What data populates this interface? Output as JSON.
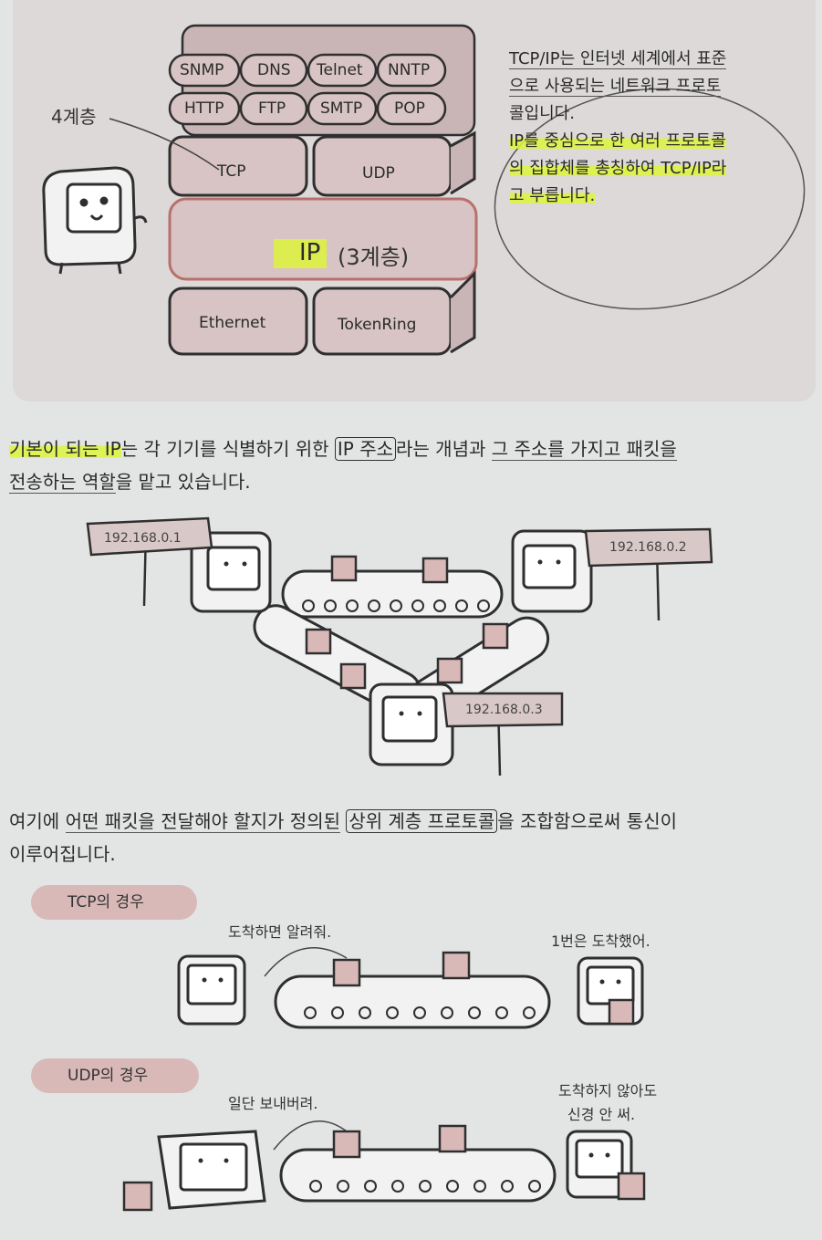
{
  "stack": {
    "app_row1": [
      "SNMP",
      "DNS",
      "Telnet",
      "NNTP"
    ],
    "app_row2": [
      "HTTP",
      "FTP",
      "SMTP",
      "POP"
    ],
    "transport": [
      "TCP",
      "UDP"
    ],
    "network": "IP",
    "network_note": "(3계층)",
    "link": [
      "Ethernet",
      "TokenRing"
    ],
    "layer4_note": "4계층"
  },
  "side": {
    "line1": "TCP/IP는 인터넷 세계에서 표준",
    "line2": "으로 사용되는 네트워크 프로토",
    "line3": "콜입니다.",
    "line4": "IP를 중심으로 한 여러 프로토콜",
    "line5": "의 집합체를 총칭하여 TCP/IP라",
    "line6": "고 부릅니다."
  },
  "para1": {
    "a": "기본이 되는 IP",
    "b": "는 각 기기를 식별하기 위한",
    "c": "IP 주소",
    "d": "라는 개념과",
    "e": "그 주소를 가지고 패킷을",
    "f": "전송하는 역할",
    "g": "을 맡고 있습니다."
  },
  "signs": [
    "192.168.0.1",
    "192.168.0.2",
    "192.168.0.3"
  ],
  "para2": {
    "a": "여기에",
    "b": "어떤 패킷을 전달해야 할지가 정의된",
    "c": "상위 계층 프로토콜",
    "d": "을 조합함으로써 통신이",
    "e": "이루어집니다."
  },
  "tcp": {
    "tag": "TCP의 경우",
    "speech_left": "도착하면 알려줘.",
    "speech_right": "1번은 도착했어."
  },
  "udp": {
    "tag": "UDP의 경우",
    "speech_left": "일단 보내버려.",
    "speech_right_1": "도착하지 않아도",
    "speech_right_2": "신경 안 써."
  },
  "colors": {
    "block_fill": "#d8c4c4",
    "block_edge": "#2f2f2f",
    "ip_edge": "#b8706c",
    "highlight": "#def53c",
    "tag_fill": "#d9b8b8",
    "panel": "#dcd9d8",
    "page": "#e3e5e4"
  }
}
